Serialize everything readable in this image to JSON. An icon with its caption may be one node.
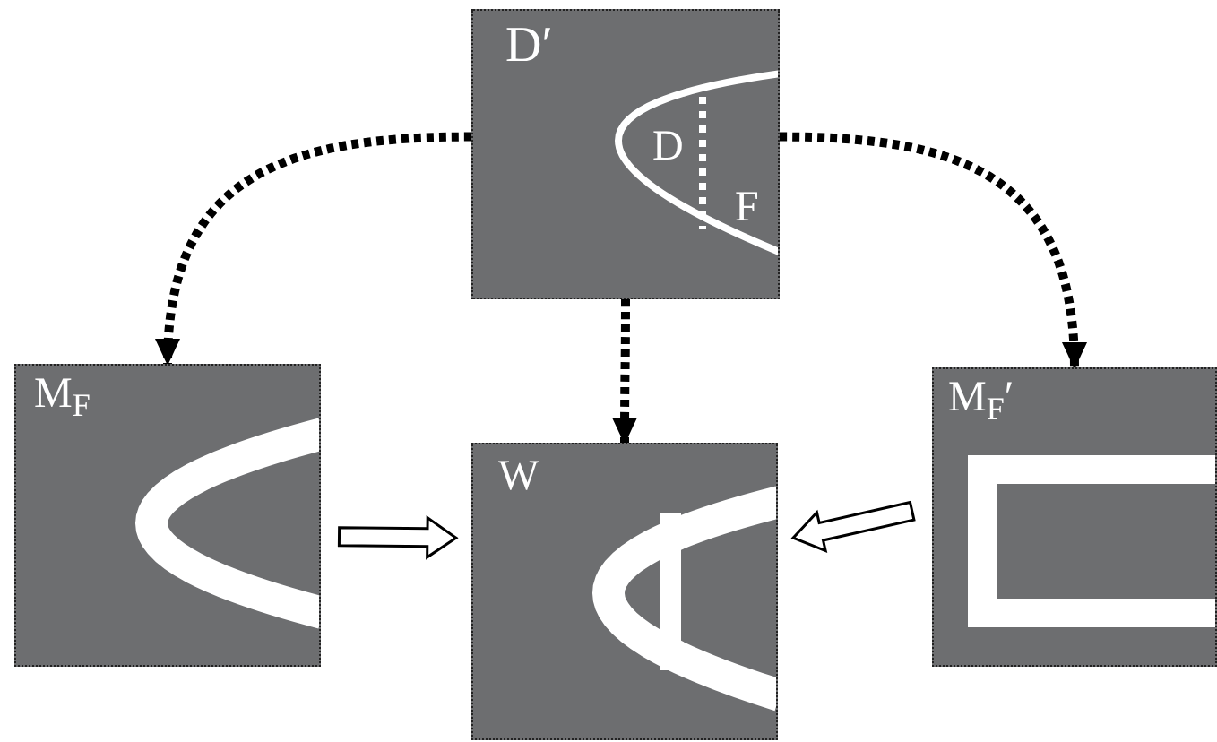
{
  "diagram": {
    "nodes": [
      {
        "text": [
          "D′",
          "D",
          "F"
        ]
      },
      {
        "text": [
          "M$_{F}$"
        ]
      },
      {
        "text": [
          "W"
        ]
      },
      {
        "text": [
          "M$_{F}$′"
        ]
      }
    ],
    "edges": [
      {
        "from": 0,
        "to": 1,
        "arrow": "to",
        "style": "dashed"
      },
      {
        "from": 0,
        "to": 2,
        "arrow": "to",
        "style": "dashed"
      },
      {
        "from": 0,
        "to": 3,
        "arrow": "to",
        "style": "dashed"
      },
      {
        "from": 1,
        "to": 2,
        "arrow": "to"
      },
      {
        "from": 3,
        "to": 2,
        "arrow": "to"
      }
    ]
  }
}
